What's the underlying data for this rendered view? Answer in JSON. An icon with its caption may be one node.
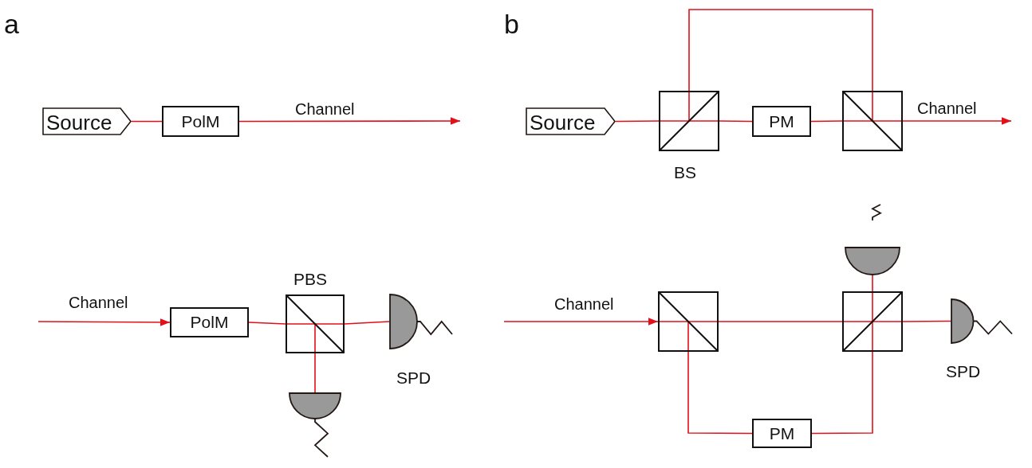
{
  "diagram": {
    "nodes": [
      {
        "text": [
          "Source"
        ]
      },
      {
        "text": [
          "PolM"
        ]
      },
      {
        "text": [
          "PolM"
        ]
      },
      {
        "text": [
          "PBS"
        ]
      },
      {
        "text": [
          "SPD"
        ]
      },
      {
        "text": [],
        "shape": "semicircle"
      },
      {
        "text": [
          "Source"
        ]
      },
      {
        "text": [
          "BS"
        ]
      },
      {
        "text": [
          "PM"
        ]
      },
      {
        "text": [],
        "shape": "box"
      },
      {
        "text": [],
        "shape": "box"
      },
      {
        "text": [
          "PM"
        ]
      },
      {
        "text": [],
        "shape": "box"
      },
      {
        "text": [],
        "shape": "semicircle"
      },
      {
        "text": [
          "SPD"
        ]
      }
    ],
    "edges": [
      {
        "from": 0,
        "to": 1,
        "arrow": "none"
      },
      {
        "from": 1,
        "to": null,
        "arrow": "to",
        "label": "Channel"
      },
      {
        "from": null,
        "to": 2,
        "arrow": "to",
        "label": "Channel"
      },
      {
        "from": 2,
        "to": 3,
        "arrow": "none"
      },
      {
        "from": 3,
        "to": 4,
        "arrow": "none"
      },
      {
        "from": 3,
        "to": 5,
        "arrow": "none"
      },
      {
        "from": 6,
        "to": 7,
        "arrow": "none"
      },
      {
        "from": 7,
        "to": 8,
        "arrow": "none"
      },
      {
        "from": 8,
        "to": 9,
        "arrow": "none"
      },
      {
        "from": 7,
        "to": 9,
        "arrow": "none"
      },
      {
        "from": 9,
        "to": null,
        "arrow": "to",
        "label": "Channel"
      },
      {
        "from": null,
        "to": 10,
        "arrow": "to",
        "label": "Channel"
      },
      {
        "from": 10,
        "to": 12,
        "arrow": "none"
      },
      {
        "from": 10,
        "to": 11,
        "arrow": "none"
      },
      {
        "from": 11,
        "to": 12,
        "arrow": "none"
      },
      {
        "from": 12,
        "to": 13,
        "arrow": "none"
      },
      {
        "from": 12,
        "to": 14,
        "arrow": "none"
      }
    ],
    "labels": [
      "a",
      "b"
    ]
  }
}
